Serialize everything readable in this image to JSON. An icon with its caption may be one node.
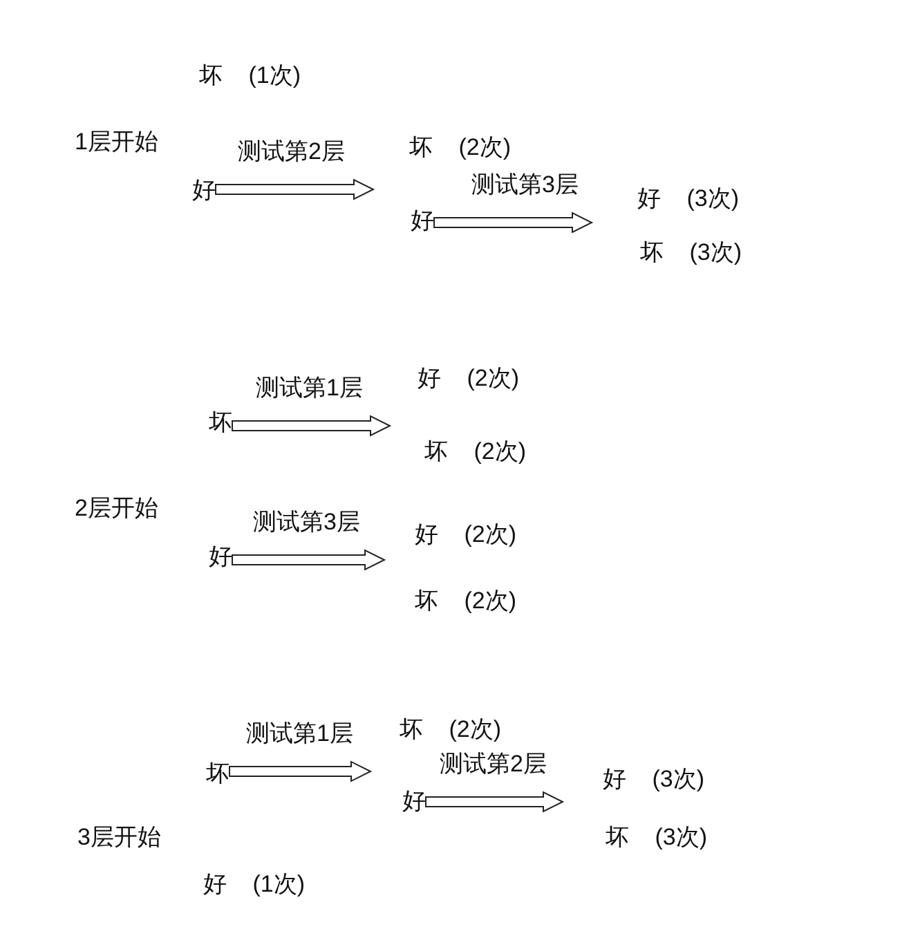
{
  "diagram": {
    "nodes": [
      {
        "text": [
          "1层开始"
        ]
      },
      {
        "text": [
          "坏 (1次)"
        ]
      },
      {
        "text": [
          "好"
        ]
      },
      {
        "text": [
          "坏 (2次)"
        ]
      },
      {
        "text": [
          "好"
        ]
      },
      {
        "text": [
          "好 (3次)"
        ]
      },
      {
        "text": [
          "坏 (3次)"
        ]
      },
      {
        "text": [
          "2层开始"
        ]
      },
      {
        "text": [
          "坏"
        ]
      },
      {
        "text": [
          "好 (2次)"
        ]
      },
      {
        "text": [
          "坏 (2次)"
        ]
      },
      {
        "text": [
          "好"
        ]
      },
      {
        "text": [
          "好 (2次)"
        ]
      },
      {
        "text": [
          "坏 (2次)"
        ]
      },
      {
        "text": [
          "3层开始"
        ]
      },
      {
        "text": [
          "坏"
        ]
      },
      {
        "text": [
          "坏 (2次)"
        ]
      },
      {
        "text": [
          "好"
        ]
      },
      {
        "text": [
          "好 (3次)"
        ]
      },
      {
        "text": [
          "坏 (3次)"
        ]
      },
      {
        "text": [
          "好 (1次)"
        ]
      }
    ],
    "edges": [
      {
        "from": 2,
        "to": null,
        "arrow": "to",
        "label": "测试第2层"
      },
      {
        "from": 4,
        "to": null,
        "arrow": "to",
        "label": "测试第3层"
      },
      {
        "from": 8,
        "to": null,
        "arrow": "to",
        "label": "测试第1层"
      },
      {
        "from": 11,
        "to": null,
        "arrow": "to",
        "label": "测试第3层"
      },
      {
        "from": 15,
        "to": null,
        "arrow": "to",
        "label": "测试第1层"
      },
      {
        "from": 17,
        "to": null,
        "arrow": "to",
        "label": "测试第2层"
      }
    ]
  }
}
